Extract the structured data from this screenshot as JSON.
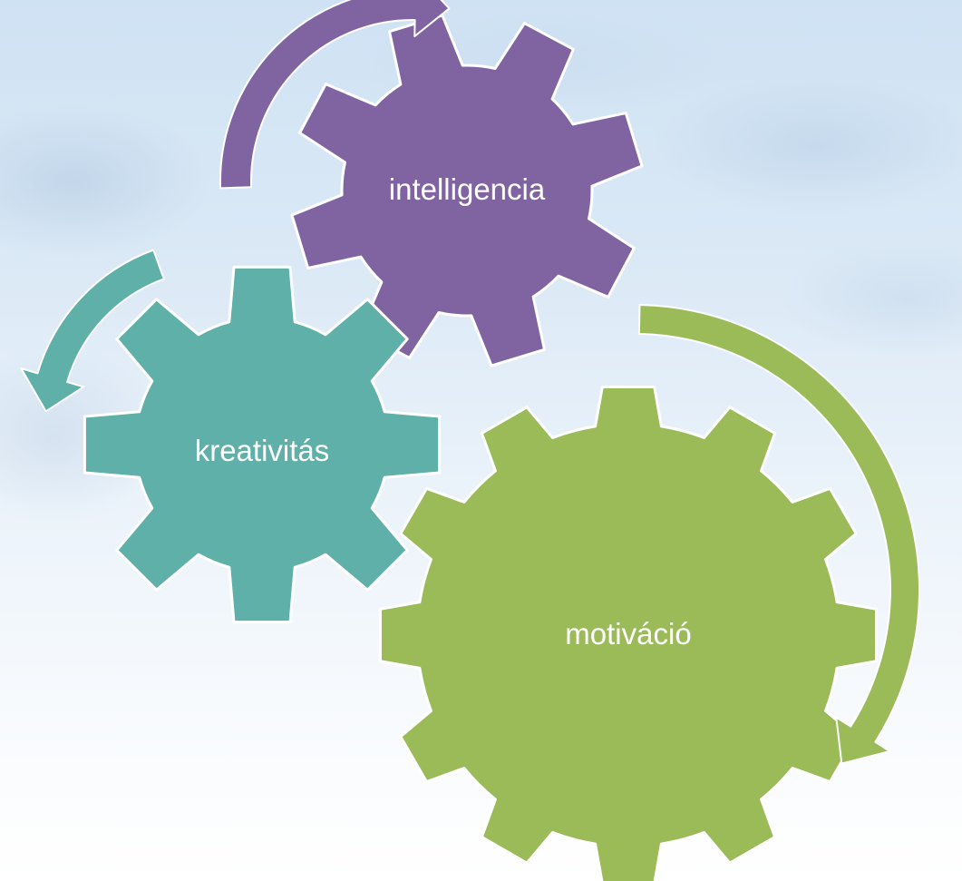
{
  "gears": [
    {
      "id": "intelligencia",
      "label": "intelligencia",
      "color": "#8064a2",
      "arrow_color": "#8064a2"
    },
    {
      "id": "kreativitas",
      "label": "kreativitás",
      "color": "#5eb0a8",
      "arrow_color": "#5eb0a8"
    },
    {
      "id": "motivacio",
      "label": "motiváció",
      "color": "#9bbb59",
      "arrow_color": "#9bbb59"
    }
  ]
}
